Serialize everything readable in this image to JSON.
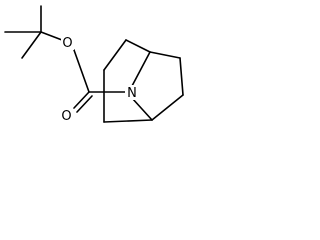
{
  "molecule": {
    "atoms": {
      "ester_oxygen": "O",
      "carbonyl_oxygen": "O",
      "bridge_nitrogen": "N"
    }
  }
}
